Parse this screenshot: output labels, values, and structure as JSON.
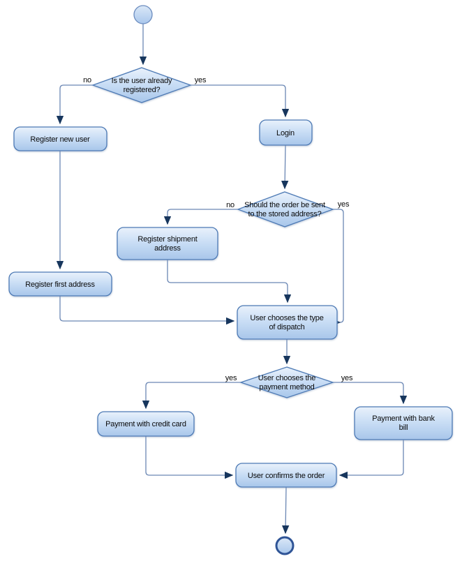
{
  "diagram": {
    "kind": "activity-flowchart",
    "background_color": "#ffffff",
    "colors": {
      "node_fill_top": "#e9f1fb",
      "node_fill_bottom": "#a8c6ea",
      "node_border": "#4d7ab5",
      "edge_line": "#6b87b4",
      "arrowhead": "#17365d",
      "final_node_border": "#2f5496",
      "text": "#0a0a0a"
    },
    "nodes": {
      "start": {
        "type": "initial-node"
      },
      "decision_registered": {
        "type": "decision",
        "lines": [
          "Is the user already",
          "registered?"
        ]
      },
      "register_new_user": {
        "type": "activity",
        "lines": [
          "Register new user"
        ]
      },
      "login": {
        "type": "activity",
        "lines": [
          "Login"
        ]
      },
      "decision_stored_address": {
        "type": "decision",
        "lines": [
          "Should the order be sent",
          "to the stored address?"
        ]
      },
      "register_shipment_address": {
        "type": "activity",
        "lines": [
          "Register shipment",
          "address"
        ]
      },
      "register_first_address": {
        "type": "activity",
        "lines": [
          "Register first address"
        ]
      },
      "choose_dispatch": {
        "type": "activity",
        "lines": [
          "User chooses the type",
          "of dispatch"
        ]
      },
      "decision_payment": {
        "type": "decision",
        "lines": [
          "User chooses the",
          "payment method"
        ]
      },
      "payment_credit_card": {
        "type": "activity",
        "lines": [
          "Payment with credit card"
        ]
      },
      "payment_bank_bill": {
        "type": "activity",
        "lines": [
          "Payment with bank",
          "bill"
        ]
      },
      "confirm_order": {
        "type": "activity",
        "lines": [
          "User confirms the order"
        ]
      },
      "end": {
        "type": "final-node"
      }
    },
    "edge_labels": {
      "registered_no": "no",
      "registered_yes": "yes",
      "stored_no": "no",
      "stored_yes": "yes",
      "payment_left_yes": "yes",
      "payment_right_yes": "yes"
    }
  }
}
